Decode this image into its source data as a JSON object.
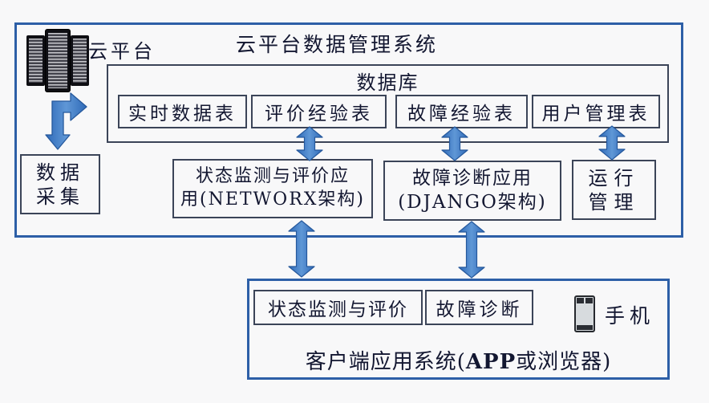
{
  "page": {
    "outer_title": "云平台数据管理系统",
    "cloud_label": "云平台",
    "colors": {
      "big_border": "#2d5fa7",
      "thin_border": "#3b4458",
      "arrow_fill": "#3d7fc9",
      "arrow_edge": "#25589c",
      "text": "#131731",
      "background": "#f8f8f9"
    },
    "icons": {
      "server": "server-rack-icon",
      "phone": "smartphone-icon",
      "arrows": "double-headed-arrow-icon"
    }
  },
  "database": {
    "label": "数据库",
    "tables": [
      "实时数据表",
      "评价经验表",
      "故障经验表",
      "用户管理表"
    ]
  },
  "apps": {
    "data_collection": "数据\n采集",
    "monitor_app": "状态监测与评价应\n用(NETWORX架构)",
    "diagnosis_app": "故障诊断应用\n(DJANGO架构)",
    "operation_mgmt": "运行\n管理"
  },
  "client": {
    "monitor": "状态监测与评价",
    "diagnosis": "故障诊断",
    "phone_label": "手机",
    "title_prefix": "客户端应用系统(",
    "title_bold": "APP",
    "title_suffix": "或浏览器)"
  }
}
